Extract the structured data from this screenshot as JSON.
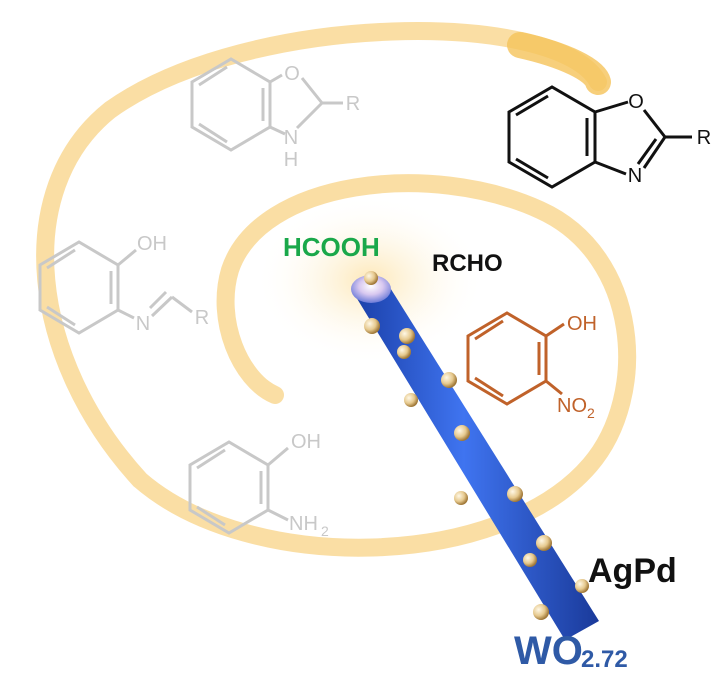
{
  "labels": {
    "hcooh": "HCOOH",
    "rcho": "RCHO",
    "agpd": "AgPd",
    "wo_main": "WO",
    "wo_sub": "2.72"
  },
  "molecules": {
    "benzoxazole": {
      "o": "O",
      "n": "N",
      "r": "R"
    },
    "benzoxazoline": {
      "o": "O",
      "n": "N",
      "h": "H",
      "r": "R"
    },
    "imine": {
      "oh": "OH",
      "n": "N",
      "r": "R"
    },
    "aminophenol": {
      "oh": "OH",
      "nh": "NH",
      "nh_sub": "2"
    },
    "nitrophenol": {
      "oh": "OH",
      "no": "NO",
      "no_sub": "2"
    }
  },
  "colors": {
    "hcooh": "#1aa84a",
    "nitrophenol": "#c0622a",
    "wo": "#2f5aa6",
    "faded": "#c8c8c8",
    "black": "#111111",
    "glow": "#f5c35a",
    "rod": "#2f5fd0"
  }
}
